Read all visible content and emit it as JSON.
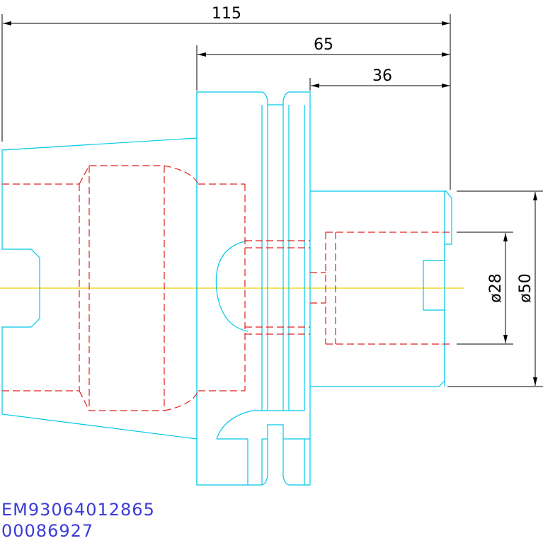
{
  "dimensions": {
    "overall_length": "115",
    "flange_to_end": "65",
    "shank_length": "36",
    "bore_diameter": "ø28",
    "shank_diameter": "ø50"
  },
  "part_codes": {
    "line1": "EM93064012865",
    "line2": "00086927"
  },
  "colors": {
    "outline": "#00c8e8",
    "hidden": "#e02020",
    "centerline": "#f0d000",
    "dimension": "#000000",
    "code_text": "#3b3bd8"
  }
}
